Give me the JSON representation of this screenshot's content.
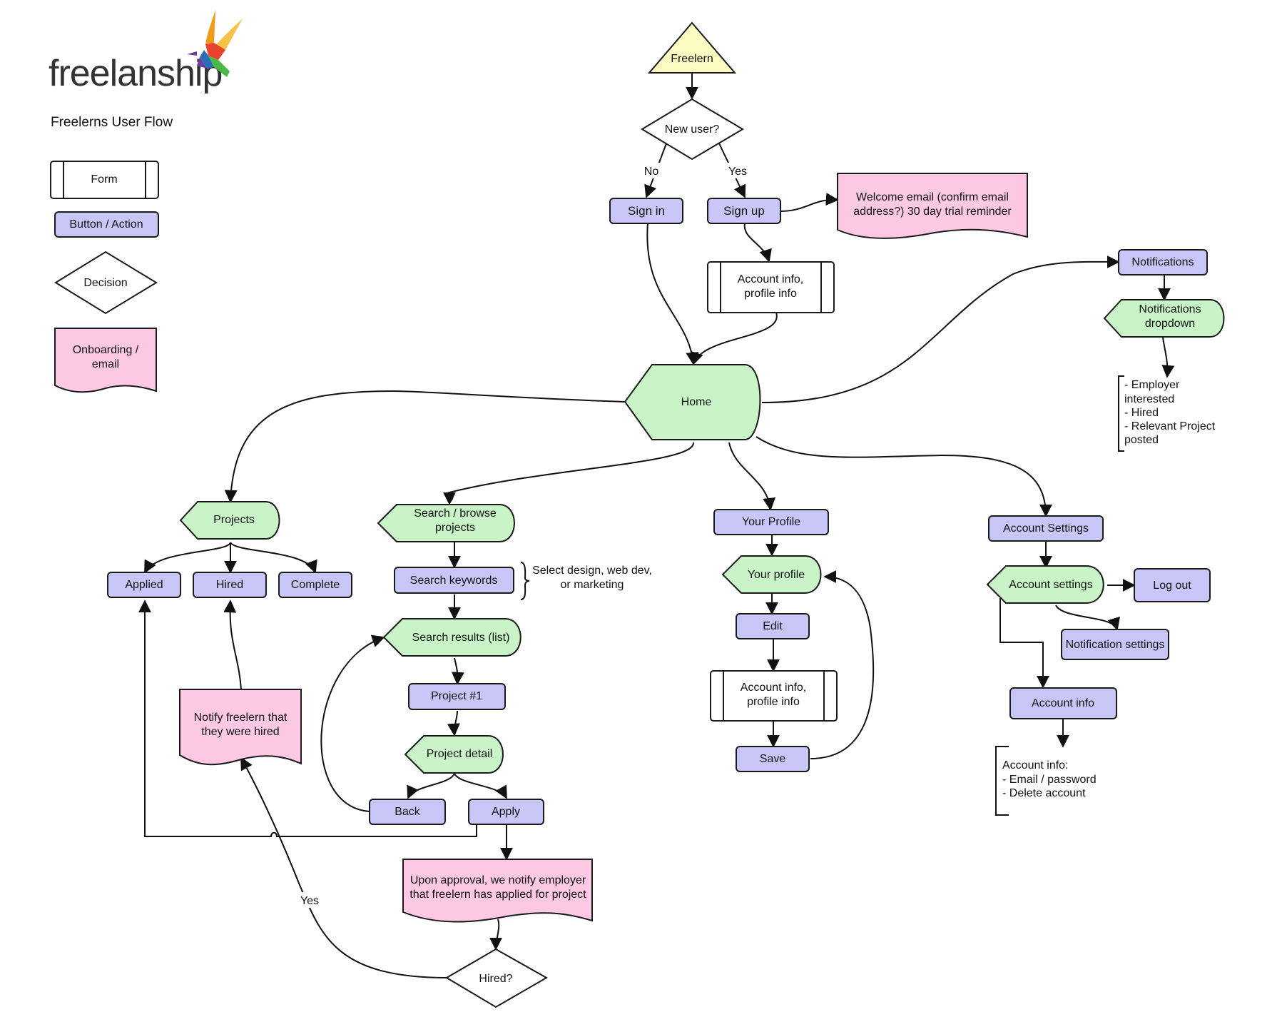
{
  "brand": "freelanship",
  "flow_title": "Freelerns User Flow",
  "legend": {
    "form": "Form",
    "button": "Button / Action",
    "decision": "Decision",
    "onboarding": [
      "Onboarding /",
      "email"
    ]
  },
  "nodes": {
    "start": "Freelern",
    "new_user": "New user?",
    "sign_in": "Sign in",
    "sign_up": "Sign up",
    "welcome_email": [
      "Welcome email (confirm email",
      "address?) 30 day trial reminder"
    ],
    "signup_account_form": [
      "Account info,",
      "profile info"
    ],
    "home": "Home",
    "notifications": "Notifications",
    "notifications_dropdown": [
      "Notifications",
      "dropdown"
    ],
    "projects": "Projects",
    "applied": "Applied",
    "hired": "Hired",
    "complete": "Complete",
    "notify_hired": [
      "Notify freelern that",
      "they were hired"
    ],
    "search_browse": [
      "Search / browse",
      "projects"
    ],
    "search_keywords": "Search keywords",
    "search_results": "Search results (list)",
    "project_1": "Project #1",
    "project_detail": "Project detail",
    "back": "Back",
    "apply": "Apply",
    "approval_email": [
      "Upon approval, we notify employer",
      "that freelern has applied for project"
    ],
    "hired_decision": "Hired?",
    "your_profile_button": "Your Profile",
    "your_profile_screen": "Your profile",
    "edit": "Edit",
    "profile_account_form": [
      "Account info,",
      "profile info"
    ],
    "save": "Save",
    "account_settings_button": "Account Settings",
    "account_settings_screen": "Account settings",
    "log_out": "Log out",
    "notification_settings": "Notification settings",
    "account_info": "Account info"
  },
  "edge_labels": {
    "no": "No",
    "yes": "Yes",
    "hired_yes": "Yes"
  },
  "notes": {
    "keywords": [
      "Select design, web dev,",
      "or marketing"
    ],
    "notifications": [
      "- Employer",
      "interested",
      "- Hired",
      "- Relevant Project",
      "posted"
    ],
    "account_info": [
      "Account info:",
      "- Email / password",
      "- Delete account"
    ]
  },
  "colors": {
    "button": "#c8c6f6",
    "screen": "#c8f4c8",
    "email": "#fcc8e4",
    "start": "#fcfbc2",
    "logo_orange": "#f39a1d",
    "logo_red": "#e8432e",
    "logo_green": "#4cb848",
    "logo_blue": "#2a6db5",
    "logo_purple": "#6b3fa0"
  }
}
